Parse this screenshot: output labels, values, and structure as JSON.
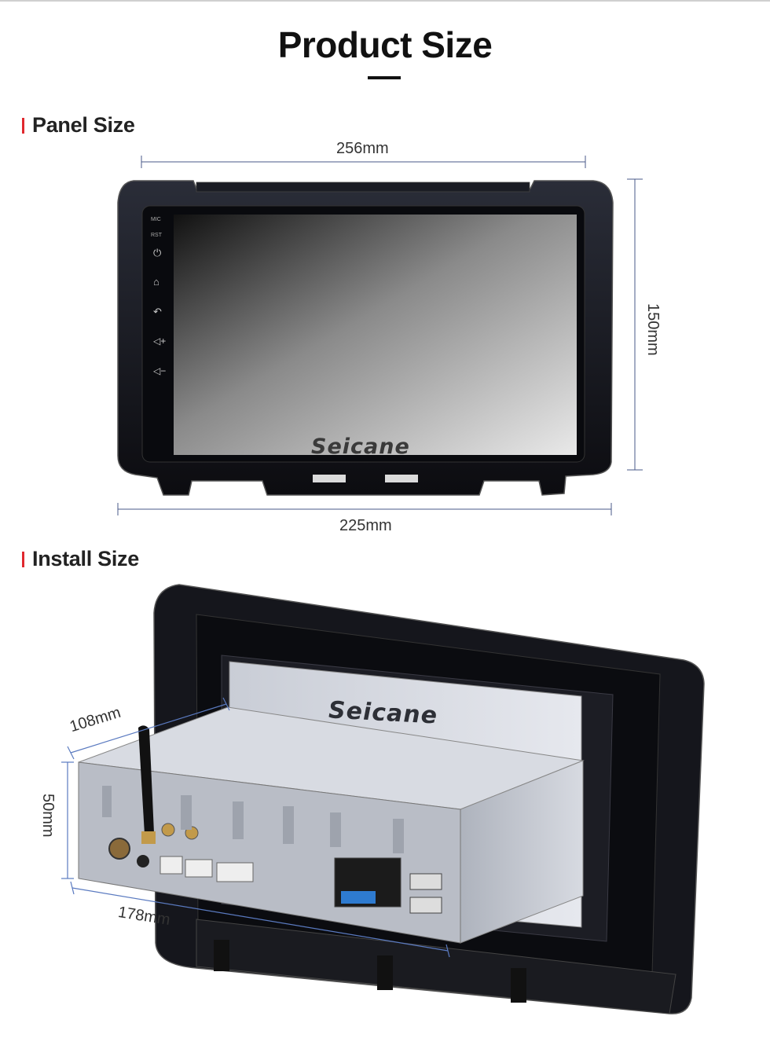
{
  "page_title": "Product Size",
  "panel_section": {
    "heading": "Panel Size",
    "dimensions": {
      "top_width": "256mm",
      "height": "150mm",
      "bottom_width": "225mm"
    },
    "side_buttons": {
      "mic_label": "MIC",
      "rst_label": "RST"
    },
    "icons": [
      "power-icon",
      "home-icon",
      "back-icon",
      "volume-up-icon",
      "volume-down-icon"
    ],
    "brand": "Seicane"
  },
  "install_section": {
    "heading": "Install Size",
    "dimensions": {
      "depth": "108mm",
      "height": "50mm",
      "width": "178mm"
    },
    "brand": "Seicane"
  },
  "colors": {
    "accent": "#e0282e",
    "dimension_line": "#4a5a8a"
  }
}
